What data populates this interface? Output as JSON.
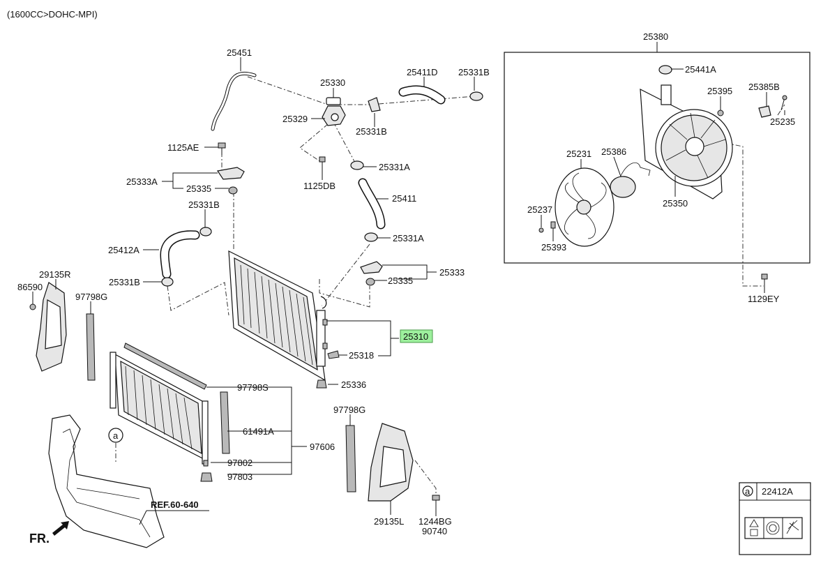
{
  "header": {
    "engine_spec": "(1600CC>DOHC-MPI)"
  },
  "labels": {
    "p25451": "25451",
    "p25330": "25330",
    "p25411D": "25411D",
    "p25331B_top": "25331B",
    "p25329": "25329",
    "p25331B_mid": "25331B",
    "p1125AE": "1125AE",
    "p1125DB": "1125DB",
    "p25331A_top": "25331A",
    "p25333A": "25333A",
    "p25335_top": "25335",
    "p25411": "25411",
    "p25331B_left": "25331B",
    "p25331A_mid": "25331A",
    "p25412A": "25412A",
    "p25333": "25333",
    "p25331B_low": "25331B",
    "p25335_low": "25335",
    "p29135R": "29135R",
    "p86590": "86590",
    "p97798G_left": "97798G",
    "p25310": "25310",
    "p25318": "25318",
    "p25336": "25336",
    "p97798S": "97798S",
    "p97798G_right": "97798G",
    "p61491A": "61491A",
    "p97606": "97606",
    "p97802": "97802",
    "p97803": "97803",
    "p29135L": "29135L",
    "p1244BG": "1244BG",
    "p90740": "90740",
    "p25380": "25380",
    "p25441A": "25441A",
    "p25395": "25395",
    "p25385B": "25385B",
    "p25235": "25235",
    "p25231": "25231",
    "p25386": "25386",
    "p25350": "25350",
    "p25237": "25237",
    "p25393": "25393",
    "p1129EY": "1129EY",
    "ref": "REF.60-640",
    "fr": "FR.",
    "callout_a": "a"
  },
  "legend_box": {
    "marker": "a",
    "part": "22412A"
  },
  "highlight": {
    "part": "25310",
    "color": "#9df09d"
  }
}
